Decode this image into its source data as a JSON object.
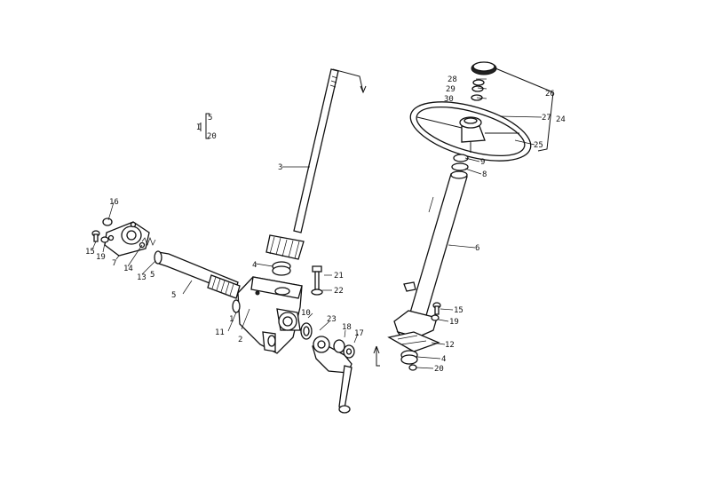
{
  "diagram": {
    "labels": {
      "l1": "1",
      "l2": "2",
      "l3": "3",
      "l4a": "4",
      "l4b": "4",
      "l5a": "5",
      "l5b": "5",
      "l6": "6",
      "l7": "7",
      "l8": "8",
      "l9": "9",
      "l10": "10",
      "l11": "11",
      "l12": "12",
      "l13": "13",
      "l14": "14",
      "l15a": "15",
      "l15b": "15",
      "l16": "16",
      "l17": "17",
      "l18": "18",
      "l19a": "19",
      "l19b": "19",
      "l20a": "20",
      "l20b": "20",
      "l21": "21",
      "l22": "22",
      "l23": "23",
      "l24": "24",
      "l25": "25",
      "l26": "26",
      "l27": "27",
      "l28": "28",
      "l29": "29",
      "l30": "30",
      "l_legend_i": "I",
      "l_legend_5": "5"
    }
  }
}
